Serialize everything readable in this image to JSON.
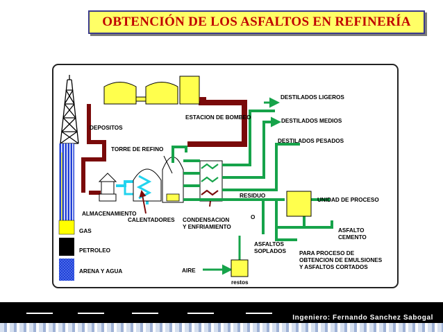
{
  "title": "OBTENCIÓN DE LOS ASFALTOS EN REFINERÍA",
  "labels": {
    "depositos": "DEPOSITOS",
    "estacion_bombeo": "ESTACION DE BOMBEO",
    "torre_refino": "TORRE DE REFINO",
    "almacenamiento": "ALMACENAMIENTO",
    "calentadores": "CALENTADORES",
    "condensacion_line1": "CONDENSACION",
    "condensacion_line2": "Y ENFRIAMIENTO",
    "destilados_ligeros": "DESTILADOS LIGEROS",
    "destilados_medios": "DESTILADOS MEDIOS",
    "destilados_pesados": "DESTILADOS PESADOS",
    "residuo": "RESIDUO",
    "o": "O",
    "unidad_proceso": "UNIDAD DE PROCESO",
    "asfalto_cemento_line1": "ASFALTO",
    "asfalto_cemento_line2": "CEMENTO",
    "asfaltos_soplados_line1": "ASFALTOS",
    "asfaltos_soplados_line2": "SOPLADOS",
    "emulsiones_line1": "PARA PROCESO DE",
    "emulsiones_line2": "OBTENCION DE EMULSIONES",
    "emulsiones_line3": "Y ASFALTOS CORTADOS",
    "aire": "AIRE",
    "restos": "restos",
    "gas": "GAS",
    "petroleo": "PETROLEO",
    "arena_agua": "ARENA Y AGUA"
  },
  "footer": {
    "author": "Ingeniero:  Fernando Sanchez Sabogal"
  },
  "colors": {
    "pipe_red": "#7a0a0a",
    "pipe_green": "#16a34a",
    "pipe_cyan": "#22d3ee",
    "tank_yellow": "#ffff4d",
    "gas_yellow": "#ffff00",
    "well_blue": "#1f3fd6",
    "title_red": "#c00000",
    "title_bg": "#ffff66"
  }
}
